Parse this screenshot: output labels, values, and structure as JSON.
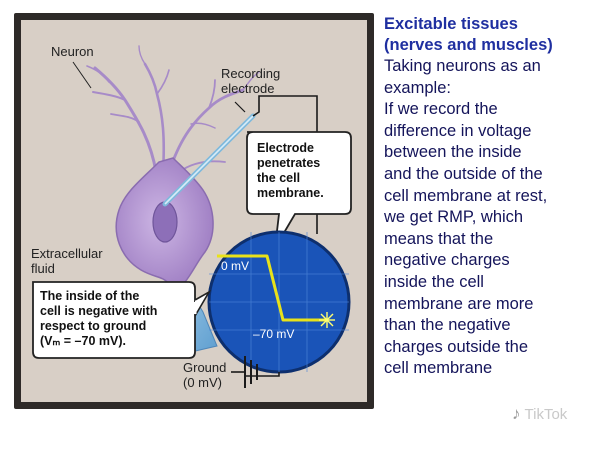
{
  "diagram": {
    "neuron_label": "Neuron",
    "recording_electrode_label": [
      "Recording",
      "electrode"
    ],
    "electrode_callout": [
      "Electrode",
      "penetrates",
      "the cell",
      "membrane."
    ],
    "extracellular_label": [
      "Extracellular",
      "fluid"
    ],
    "inside_callout": [
      "The inside of the",
      "cell is negative with",
      "respect to ground",
      "(Vₘ = –70 mV)."
    ],
    "scope_top_label": "0 mV",
    "scope_bottom_label": "–70 mV",
    "ground_label": [
      "Ground",
      "(0 mV)"
    ]
  },
  "side": {
    "title_lines": [
      "Excitable tissues",
      "(nerves and muscles)"
    ],
    "body_lines": [
      "Taking neurons as an",
      "example:",
      "If we record the",
      "difference in voltage",
      "between the inside",
      "and the outside of the",
      "cell membrane at rest,",
      "we get RMP, which",
      "means that the",
      "negative charges",
      "inside the cell",
      "membrane are more",
      "than the negative",
      "charges outside the",
      "cell membrane"
    ]
  },
  "watermark": "TikTok",
  "colors": {
    "panel_bg": "#d8cfc6",
    "neuron_fill": "#b69ad2",
    "scope_fill": "#1a54b8",
    "trace": "#e8e21a",
    "title": "#1f2fa0"
  }
}
